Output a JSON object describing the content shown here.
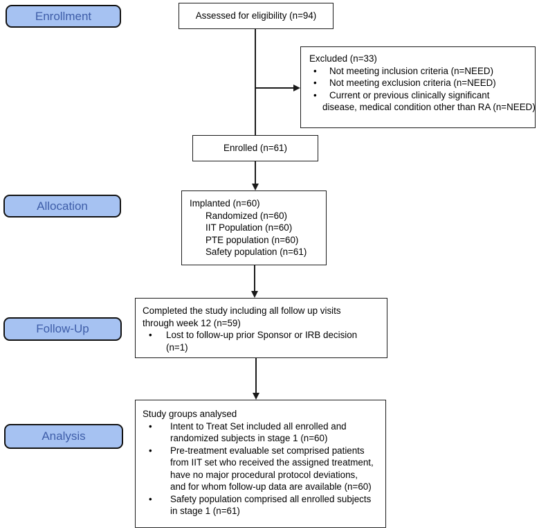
{
  "diagram": {
    "stages": [
      {
        "label": "Enrollment"
      },
      {
        "label": "Allocation"
      },
      {
        "label": "Follow-Up"
      },
      {
        "label": "Analysis"
      }
    ],
    "boxes": {
      "assessed": {
        "text": "Assessed for eligibility (n=94)"
      },
      "excluded": {
        "title": "Excluded (n=33)",
        "bullets": [
          {
            "lines": [
              "Not meeting inclusion criteria (n=NEED)"
            ]
          },
          {
            "lines": [
              "Not meeting exclusion criteria (n=NEED)"
            ]
          },
          {
            "lines": [
              "Current or previous clinically significant",
              "disease, medical condition other than RA (n=NEED)"
            ]
          }
        ]
      },
      "enrolled": {
        "text": "Enrolled (n=61)"
      },
      "implanted": {
        "title": "Implanted (n=60)",
        "sub_lines": [
          "Randomized (n=60)",
          "IIT Population (n=60)",
          "PTE population (n=60)",
          "Safety population (n=61)"
        ]
      },
      "followup": {
        "title_lines": [
          "Completed the study including all follow up visits",
          "through week 12 (n=59)"
        ],
        "bullets": [
          {
            "lines": [
              "Lost to follow-up prior Sponsor or IRB decision",
              "(n=1)"
            ]
          }
        ]
      },
      "analysis": {
        "title": "Study groups analysed",
        "bullets": [
          {
            "lines": [
              "Intent to Treat Set included all enrolled and",
              "randomized subjects in stage 1 (n=60)"
            ]
          },
          {
            "lines": [
              "Pre-treatment evaluable set comprised patients",
              "from IIT set who received the assigned treatment,",
              "have no major procedural protocol deviations,",
              "and for whom follow-up data are available (n=60)"
            ]
          },
          {
            "lines": [
              "Safety population comprised all enrolled subjects",
              "in stage 1 (n=61)"
            ]
          }
        ]
      }
    },
    "colors": {
      "stage_fill": "#A6C2F2",
      "stage_text": "#3E5DA8",
      "stage_border": "#111111",
      "box_border": "#1A1A1A",
      "connector": "#1A1A1A"
    }
  }
}
